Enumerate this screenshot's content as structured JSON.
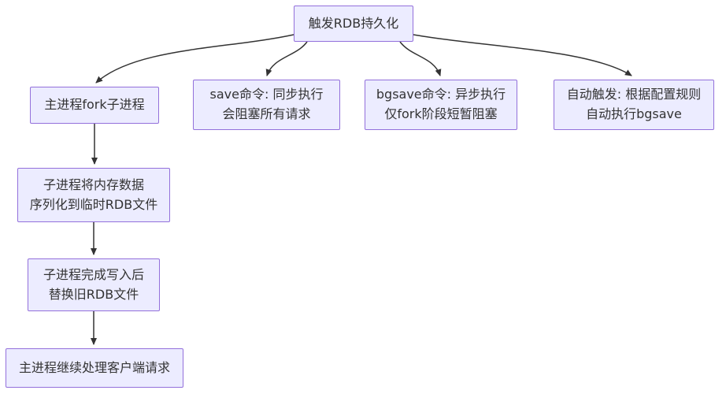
{
  "diagram": {
    "type": "flowchart",
    "direction": "top-down",
    "colors": {
      "background": "#ffffff",
      "node_fill": "#ECECFF",
      "node_border": "#9370DB",
      "text": "#333333",
      "edge": "#333333"
    },
    "nodes": [
      {
        "id": "trigger",
        "label": "触发RDB持久化"
      },
      {
        "id": "fork",
        "label": "主进程fork子进程"
      },
      {
        "id": "save",
        "label": "save命令: 同步执行\n会阻塞所有请求"
      },
      {
        "id": "bgsave",
        "label": "bgsave命令: 异步执行\n仅fork阶段短暂阻塞"
      },
      {
        "id": "auto",
        "label": "自动触发: 根据配置规则\n自动执行bgsave"
      },
      {
        "id": "serialize",
        "label": "子进程将内存数据\n序列化到临时RDB文件"
      },
      {
        "id": "replace",
        "label": "子进程完成写入后\n替换旧RDB文件"
      },
      {
        "id": "continue",
        "label": "主进程继续处理客户端请求"
      }
    ],
    "edges": [
      {
        "from": "trigger",
        "to": "fork"
      },
      {
        "from": "trigger",
        "to": "save"
      },
      {
        "from": "trigger",
        "to": "bgsave"
      },
      {
        "from": "trigger",
        "to": "auto"
      },
      {
        "from": "fork",
        "to": "serialize"
      },
      {
        "from": "serialize",
        "to": "replace"
      },
      {
        "from": "replace",
        "to": "continue"
      }
    ]
  }
}
